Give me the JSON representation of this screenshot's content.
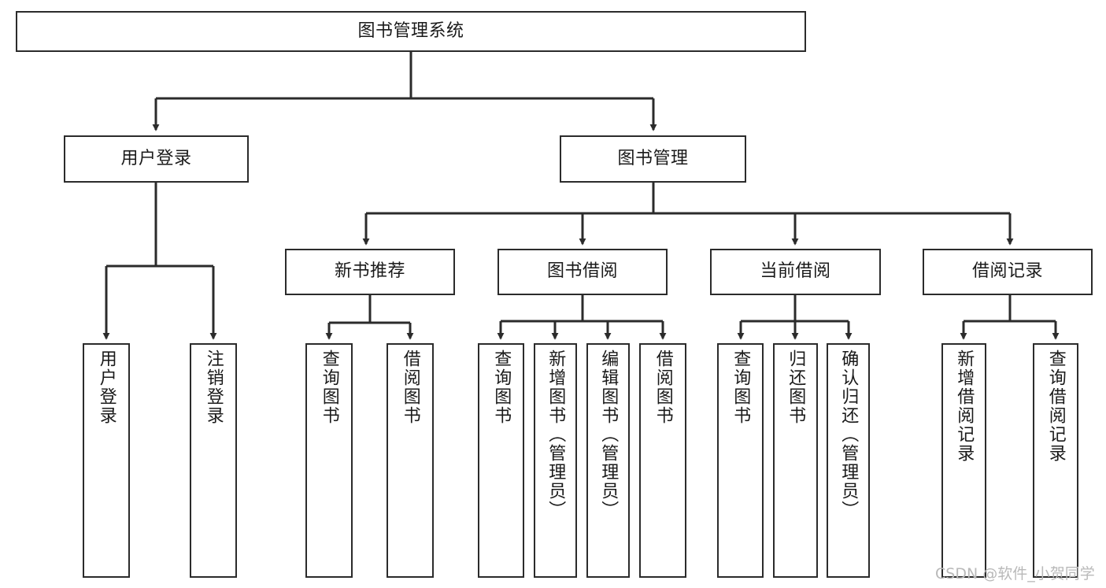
{
  "diagram": {
    "type": "tree",
    "title": "图书管理系统",
    "root": {
      "label": "图书管理系统"
    },
    "level2": [
      {
        "label": "用户登录"
      },
      {
        "label": "图书管理"
      }
    ],
    "level3": [
      {
        "label": "新书推荐"
      },
      {
        "label": "图书借阅"
      },
      {
        "label": "当前借阅"
      },
      {
        "label": "借阅记录"
      }
    ],
    "leaves": {
      "user_login": [
        {
          "label": "用户登录"
        },
        {
          "label": "注销登录"
        }
      ],
      "new_book_recommend": [
        {
          "label": "查询图书"
        },
        {
          "label": "借阅图书"
        }
      ],
      "book_borrow": [
        {
          "label": "查询图书"
        },
        {
          "label": "新增图书（管理员）"
        },
        {
          "label": "编辑图书（管理员）"
        },
        {
          "label": "借阅图书"
        }
      ],
      "current_borrow": [
        {
          "label": "查询图书"
        },
        {
          "label": "归还图书"
        },
        {
          "label": "确认归还（管理员）"
        }
      ],
      "borrow_record": [
        {
          "label": "新增借阅记录"
        },
        {
          "label": "查询借阅记录"
        }
      ]
    }
  },
  "watermark": {
    "text": "CSDN @软件_小贺同学"
  },
  "colors": {
    "stroke": "#2b2b2b",
    "box_fill": "#ffffff",
    "text": "#1a1a1a",
    "watermark": "#b9b9b9"
  }
}
